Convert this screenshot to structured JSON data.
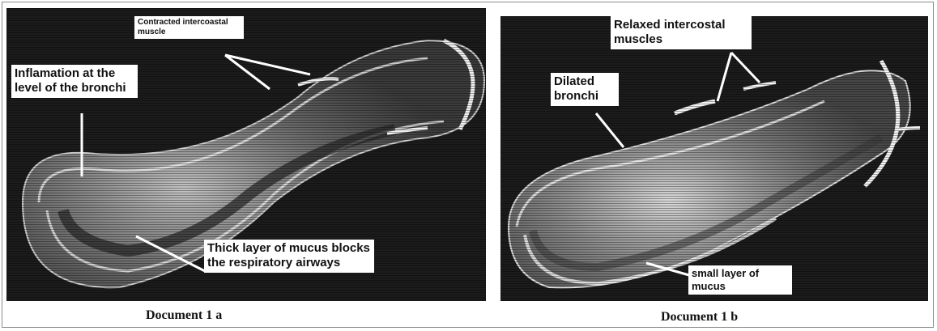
{
  "panel_a": {
    "labels": {
      "contracted": "Contracted intercoastal muscle",
      "inflamation": "Inflamation at the level of the bronchi",
      "mucus": "Thick layer of mucus blocks the respiratory airways"
    },
    "caption": "Document 1 a"
  },
  "panel_b": {
    "labels": {
      "relaxed": "Relaxed intercostal muscles",
      "dilated": "Dilated bronchi",
      "small_mucus": "small layer of mucus"
    },
    "caption": "Document 1  b"
  },
  "colors": {
    "background": "#1c1c1c",
    "tissue": "#bdbdbd",
    "highlight": "#ffffff"
  }
}
